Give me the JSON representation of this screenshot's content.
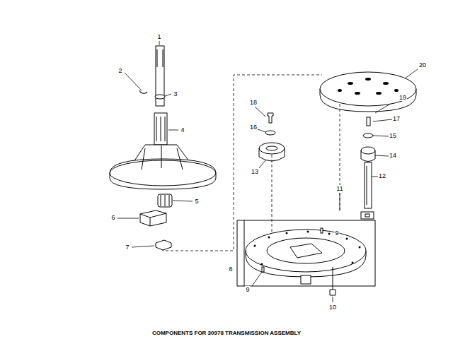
{
  "diagram": {
    "caption": "COMPONENTS FOR 30978 TRANSMISSION ASSEMBLY",
    "labels": [
      "1",
      "2",
      "3",
      "4",
      "20",
      "19",
      "18",
      "17",
      "16",
      "15",
      "13",
      "14",
      "12",
      "5",
      "6",
      "11",
      "7",
      "9",
      "8",
      "9",
      "10"
    ]
  }
}
